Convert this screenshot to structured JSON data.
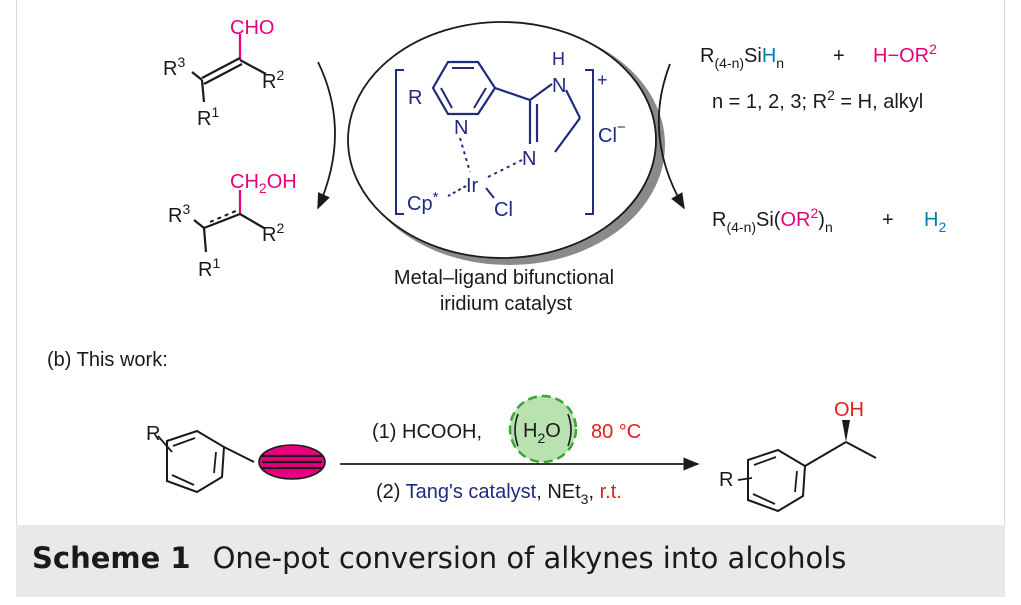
{
  "colors": {
    "black": "#1a1a1a",
    "magenta": "#e6007e",
    "blue": "#1f2a80",
    "teal": "#0080b0",
    "red": "#e0201b",
    "green": "#3aa535",
    "green_fill": "#b9e2b0",
    "pink_fill": "#e6007e"
  },
  "top_left": {
    "reactant": {
      "cho": "CHO",
      "r3": "R",
      "r3_sup": "3",
      "r2": "R",
      "r2_sup": "2",
      "r1": "R",
      "r1_sup": "1"
    },
    "product": {
      "ch2oh_a": "CH",
      "ch2oh_sub": "2",
      "ch2oh_b": "OH",
      "r3": "R",
      "r3_sup": "3",
      "r2": "R",
      "r2_sup": "2",
      "r1": "R",
      "r1_sup": "1"
    }
  },
  "catalyst": {
    "r": "R",
    "n1": "N",
    "nh_h": "H",
    "nh_n": "N",
    "n3": "N",
    "ir": "Ir",
    "cp": "Cp",
    "cp_star": "*",
    "cl": "Cl",
    "cl_minus": "Cl",
    "minus": "−",
    "plus": "+",
    "caption_line1": "Metal–ligand bifunctional",
    "caption_line2": "iridium catalyst"
  },
  "top_right": {
    "silane_r": "R",
    "silane_sub": "(4-n)",
    "silane_si": "Si",
    "silane_h": "H",
    "silane_n": "n",
    "plus1": "+",
    "hor": "H−OR",
    "hor_sup": "2",
    "conditions_a": "n = 1, 2, 3; R",
    "conditions_sup": "2",
    "conditions_b": " = H, alkyl",
    "prod_r": "R",
    "prod_sub": "(4-n)",
    "prod_si": "Si(",
    "prod_or": "OR",
    "prod_or_sup": "2",
    "prod_close": ")",
    "prod_n": "n",
    "plus2": "+",
    "h2": "H",
    "h2_sub": "2"
  },
  "part_b": {
    "label": "(b) This work:",
    "reactant_r": "R",
    "step1_a": "(1) HCOOH,",
    "water_h": "H",
    "water_sub": "2",
    "water_o": "O",
    "step1_temp": "80 °C",
    "step2_a": "(2)",
    "step2_cat": "Tang's catalyst",
    "step2_b": ", NEt",
    "step2_sub": "3",
    "step2_c": ",",
    "step2_rt": "r.t.",
    "product_oh": "OH",
    "product_r": "R"
  },
  "caption": {
    "label": "Scheme 1",
    "text": "One-pot conversion of alkynes into alcohols"
  }
}
